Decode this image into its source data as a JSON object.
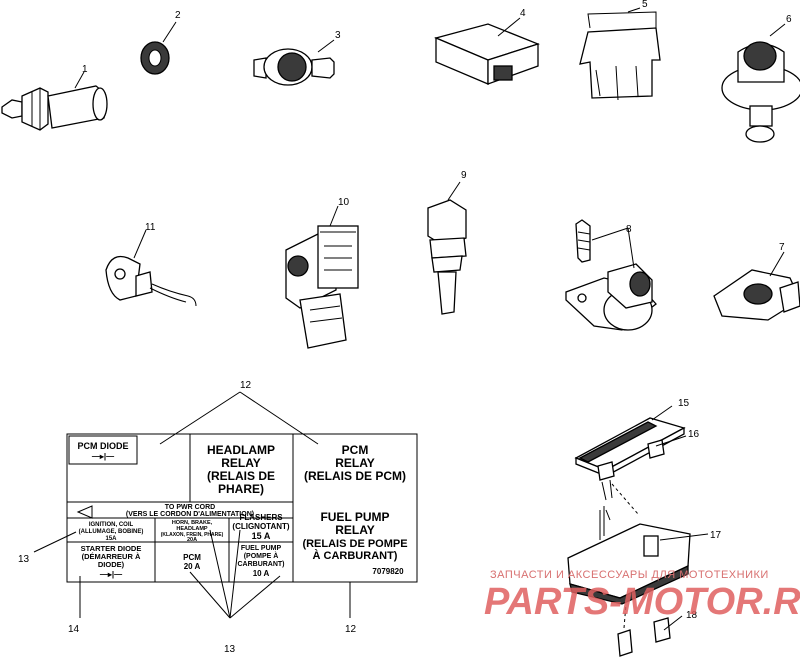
{
  "callouts": {
    "c1": "1",
    "c2": "2",
    "c3": "3",
    "c4": "4",
    "c5": "5",
    "c6": "6",
    "c7": "7",
    "c8": "8",
    "c9": "9",
    "c10": "10",
    "c11": "11",
    "c12_top": "12",
    "c12_bottom": "12",
    "c13_left": "13",
    "c13_bottom": "13",
    "c14": "14",
    "c15": "15",
    "c16": "16",
    "c17": "17",
    "c18": "18"
  },
  "label": {
    "pcm_diode": "PCM DIODE",
    "headlamp": [
      "HEADLAMP",
      "RELAY",
      "(RELAIS DE",
      "PHARE)"
    ],
    "pcm_relay": [
      "PCM",
      "RELAY",
      "(RELAIS DE PCM)"
    ],
    "to_pwr_cord": [
      "TO PWR CORD",
      "(VERS LE CORDON D'ALIMENTATION)"
    ],
    "ignition": [
      "IGNITION, COIL",
      "(ALLUMAGE, BOBINE)",
      "15A"
    ],
    "horn": [
      "HORN, BRAKE,",
      "HEADLAMP",
      "(KLAXON, FREIN, PHARE)",
      "20A"
    ],
    "flashers": [
      "FLASHERS",
      "(CLIGNOTANT)",
      "15 A"
    ],
    "fuel_pump_relay": [
      "FUEL PUMP",
      "RELAY",
      "(RELAIS DE POMPE",
      "À CARBURANT)"
    ],
    "starter_diode": [
      "STARTER DIODE",
      "(DÉMARREUR À",
      "DIODE)"
    ],
    "pcm_fuse": [
      "PCM",
      "20 A"
    ],
    "fuel_pump_fuse": [
      "FUEL PUMP",
      "(POMPE À",
      "CARBURANT)",
      "10 A"
    ],
    "part_no": "7079820"
  },
  "watermark": {
    "top": "ЗАПЧАСТИ И АКСЕССУАРЫ ДЛЯ МОТОТЕХНИКИ",
    "logo": "PARTS-MOTOR.RU"
  }
}
